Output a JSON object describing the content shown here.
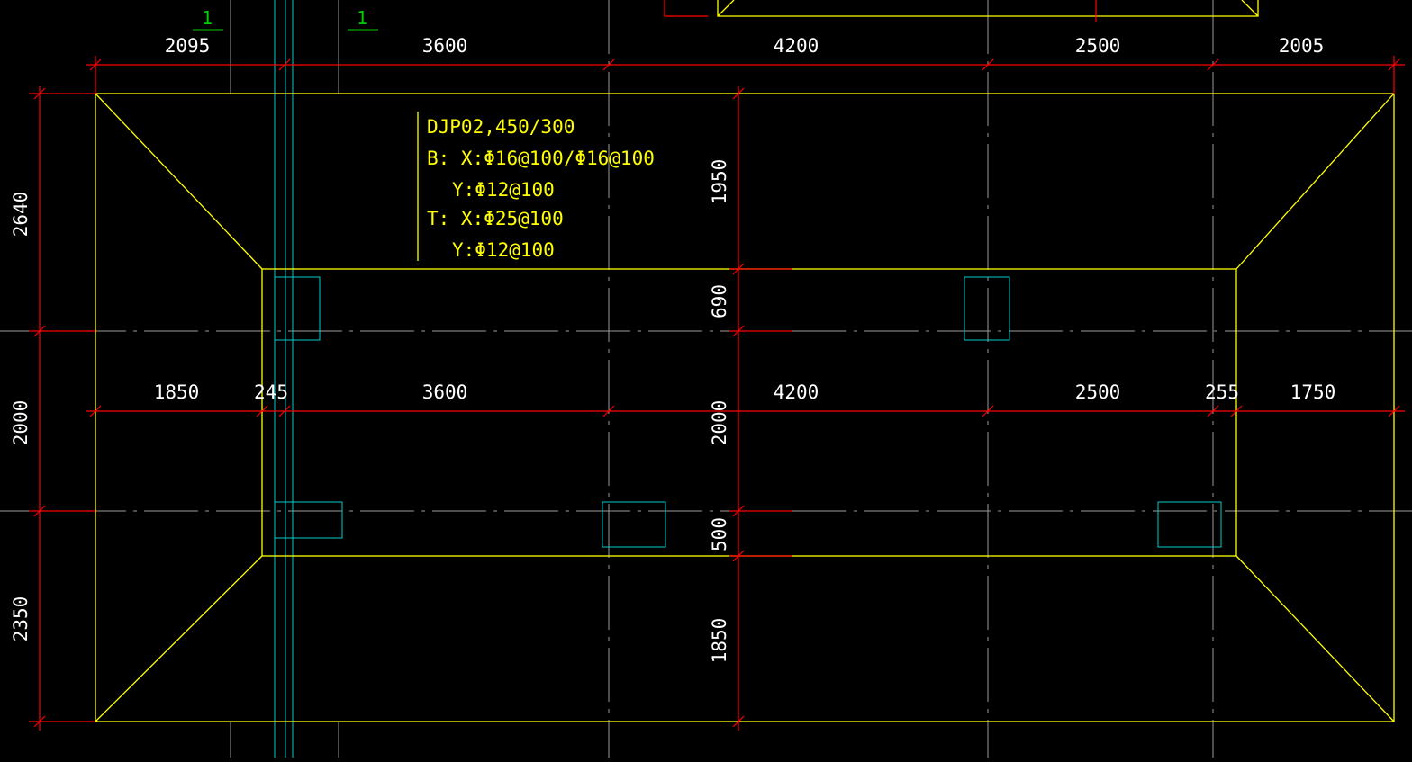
{
  "drawing": {
    "colors": {
      "background": "#000000",
      "dimension": "#ff0000",
      "outline": "#ffff00",
      "column": "#00cccc",
      "axis": "#9a9a9a",
      "text": "#ffffff",
      "grid_marker": "#00cc00"
    },
    "grid_markers": [
      "1",
      "1"
    ],
    "top_dims": [
      "2095",
      "3600",
      "4200",
      "2500",
      "2005"
    ],
    "mid_dims": [
      "1850",
      "245",
      "3600",
      "4200",
      "2500",
      "255",
      "1750"
    ],
    "left_dims": [
      "2640",
      "2000",
      "2350"
    ],
    "vertical_dims": [
      "1950",
      "690",
      "2000",
      "500",
      "1850"
    ],
    "annotation": {
      "line1": "DJP02,450/300",
      "line2": "B:  X:Φ16@100/Φ16@100",
      "line3": "Y:Φ12@100",
      "line4": "T:  X:Φ25@100",
      "line5": "Y:Φ12@100"
    }
  }
}
